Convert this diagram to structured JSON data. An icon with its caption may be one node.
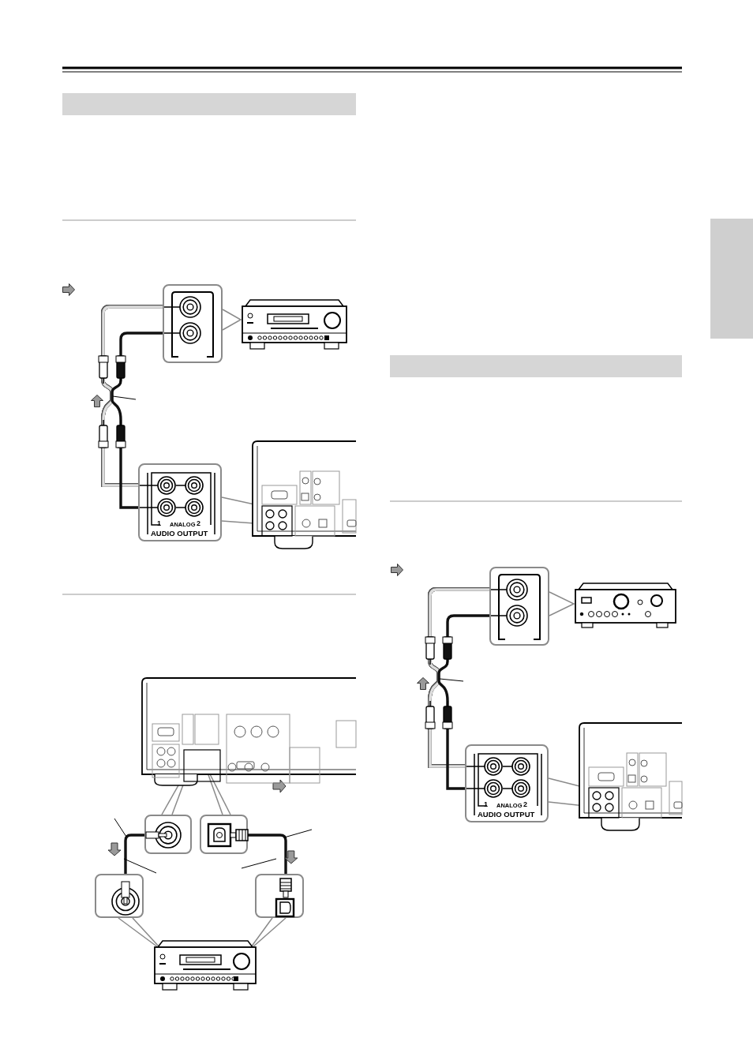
{
  "diagram": {
    "nodes": [
      {
        "text": [],
        "shape": "box"
      },
      {
        "text": [],
        "shape": "picture"
      },
      {
        "text": [
          "1",
          "ANALOG",
          "2",
          "AUDIO OUTPUT"
        ]
      },
      {
        "text": [],
        "shape": "picture"
      },
      {
        "text": [],
        "shape": "picture"
      },
      {
        "text": [],
        "shape": "box"
      },
      {
        "text": [],
        "shape": "box"
      },
      {
        "text": [],
        "shape": "box"
      },
      {
        "text": [],
        "shape": "box"
      },
      {
        "text": [],
        "shape": "picture"
      },
      {
        "text": [],
        "shape": "box"
      },
      {
        "text": [],
        "shape": "picture"
      },
      {
        "text": [
          "1",
          "ANALOG",
          "2",
          "AUDIO OUTPUT"
        ]
      },
      {
        "text": [],
        "shape": "picture"
      },
      {
        "text": [],
        "shape": "bar"
      },
      {
        "text": [],
        "shape": "bar"
      },
      {
        "text": [],
        "shape": "bar"
      },
      {
        "text": [],
        "shape": "arrow"
      },
      {
        "text": [],
        "shape": "arrow"
      },
      {
        "text": [],
        "shape": "arrow"
      },
      {
        "text": [],
        "shape": "arrow"
      }
    ],
    "edges": [
      {
        "from": 2,
        "to": 0,
        "arrow": "none",
        "color": "#dddddd"
      },
      {
        "from": 2,
        "to": 0,
        "arrow": "none"
      },
      {
        "from": 5,
        "to": 7,
        "arrow": "none"
      },
      {
        "from": 6,
        "to": 8,
        "arrow": "none"
      },
      {
        "from": 12,
        "to": 10,
        "arrow": "none",
        "color": "#dddddd"
      },
      {
        "from": 12,
        "to": 10,
        "arrow": "none"
      },
      {
        "from": 6,
        "to": 4,
        "arrow": "to",
        "style": "thick",
        "color": "#9a9a9a"
      },
      {
        "from": 5,
        "to": 7,
        "arrow": "to",
        "style": "thick",
        "color": "#9a9a9a"
      },
      {
        "from": 6,
        "to": 8,
        "arrow": "to",
        "style": "thick",
        "color": "#9a9a9a"
      }
    ]
  }
}
